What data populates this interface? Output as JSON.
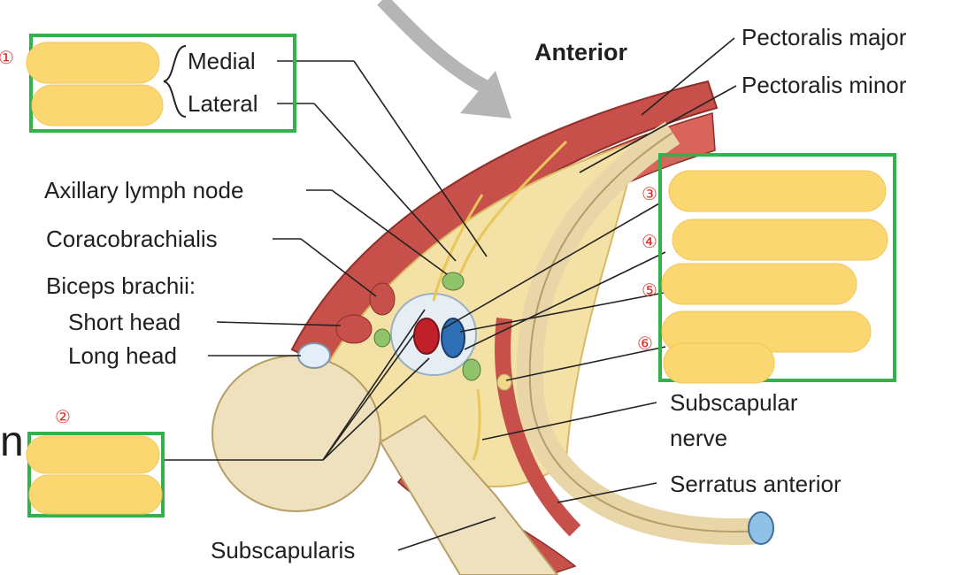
{
  "labels": {
    "anterior": "Anterior",
    "pectoralis_major": "Pectoralis major",
    "pectoralis_minor": "Pectoralis minor",
    "medial": "Medial",
    "lateral": "Lateral",
    "axillary_lymph_node": "Axillary lymph node",
    "coracobrachialis": "Coracobrachialis",
    "biceps_brachii": "Biceps brachii:",
    "short_head": "Short head",
    "long_head": "Long head",
    "subscapular_nerve_1": "Subscapular",
    "subscapular_nerve_2": "nerve",
    "serratus_anterior": "Serratus anterior",
    "subscapularis": "Subscapularis",
    "partial_letter": "n"
  },
  "annotations": {
    "n1": "①",
    "n2": "②",
    "n3": "③",
    "n4": "④",
    "n5": "⑤",
    "n6": "⑥"
  },
  "colors": {
    "muscle": "#c8504a",
    "fat": "#f3e1a6",
    "bone": "#efe1bd",
    "artery": "#c0202a",
    "vein": "#2f6fb5",
    "lymph": "#8fc46a",
    "nerve": "#e8c65a",
    "box": "#2fb34a",
    "sticker": "#fbd771"
  }
}
